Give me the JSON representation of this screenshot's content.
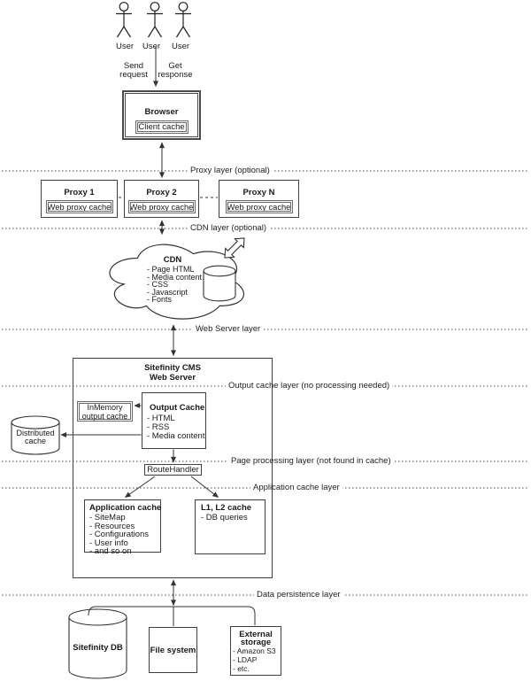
{
  "users": [
    "User",
    "User",
    "User"
  ],
  "flow": {
    "send": "Send request",
    "get": "Get response"
  },
  "browser": {
    "title": "Browser",
    "cache_label": "Client cache"
  },
  "layers": {
    "proxy": "Proxy layer (optional)",
    "cdn": "CDN layer (optional)",
    "web_server": "Web Server layer",
    "output_cache": "Output cache layer (no processing needed)",
    "page_processing": "Page processing layer (not found in cache)",
    "application_cache": "Application cache layer",
    "data_persistence": "Data persistence layer"
  },
  "proxies": [
    {
      "title": "Proxy 1",
      "cache_label": "Web proxy cache"
    },
    {
      "title": "Proxy 2",
      "cache_label": "Web proxy cache"
    },
    {
      "title": "Proxy N",
      "cache_label": "Web proxy cache"
    }
  ],
  "cdn": {
    "title": "CDN",
    "items": [
      "- Page HTML",
      "- Media content",
      "- CSS",
      "- Javascript",
      "- Fonts"
    ]
  },
  "web_server": {
    "title": "Sitefinity CMS Web Server"
  },
  "output_cache": {
    "title": "Output Cache",
    "items": [
      "- HTML",
      "- RSS",
      "- Media content"
    ]
  },
  "inmemory_cache": {
    "label": "InMemory output cache"
  },
  "distributed_cache": {
    "label": "Distributed cache"
  },
  "route_handler": {
    "label": "RouteHandler"
  },
  "application_cache": {
    "title": "Application cache",
    "items": [
      "- SiteMap",
      "- Resources",
      "- Configurations",
      "- User info",
      "- and so on"
    ]
  },
  "l1l2_cache": {
    "title": "L1, L2 cache",
    "items": [
      "- DB queries"
    ]
  },
  "sitefinity_db": {
    "label": "Sitefinity DB"
  },
  "file_system": {
    "label": "File system"
  },
  "external_storage": {
    "title": "External storage",
    "items": [
      "- Amazon S3",
      "- LDAP",
      "- etc."
    ]
  },
  "colors": {
    "line": "#333333",
    "border": "#3f3f3f",
    "cache_border": "#6b6b6b",
    "background": "#ffffff"
  }
}
